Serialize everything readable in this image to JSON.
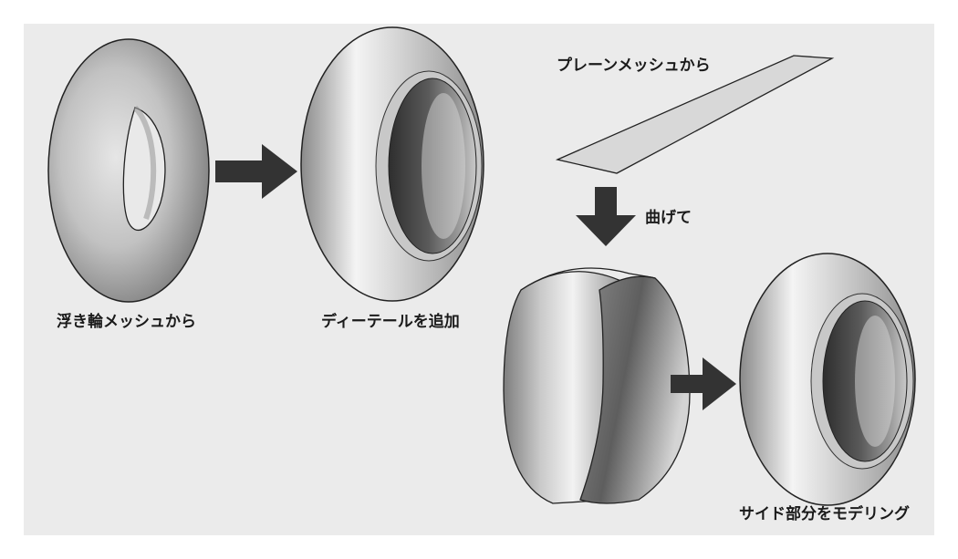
{
  "labels": {
    "torus": "浮き輪メッシュから",
    "detail": "ディーテールを追加",
    "plane": "プレーンメッシュから",
    "bend": "曲げて",
    "side": "サイド部分をモデリング"
  },
  "colors": {
    "background": "#ebebeb",
    "arrow": "#333333",
    "outline": "#222222"
  }
}
